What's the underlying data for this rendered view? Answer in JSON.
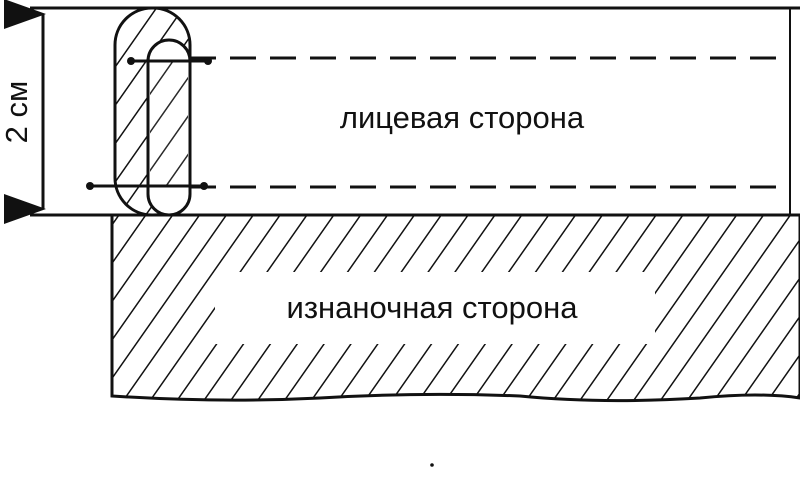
{
  "dimension": {
    "label": "2 см"
  },
  "labels": {
    "face_side": "лицевая сторона",
    "back_side": "изнаночная сторона"
  },
  "colors": {
    "ink": "#111111",
    "paper": "#ffffff"
  }
}
